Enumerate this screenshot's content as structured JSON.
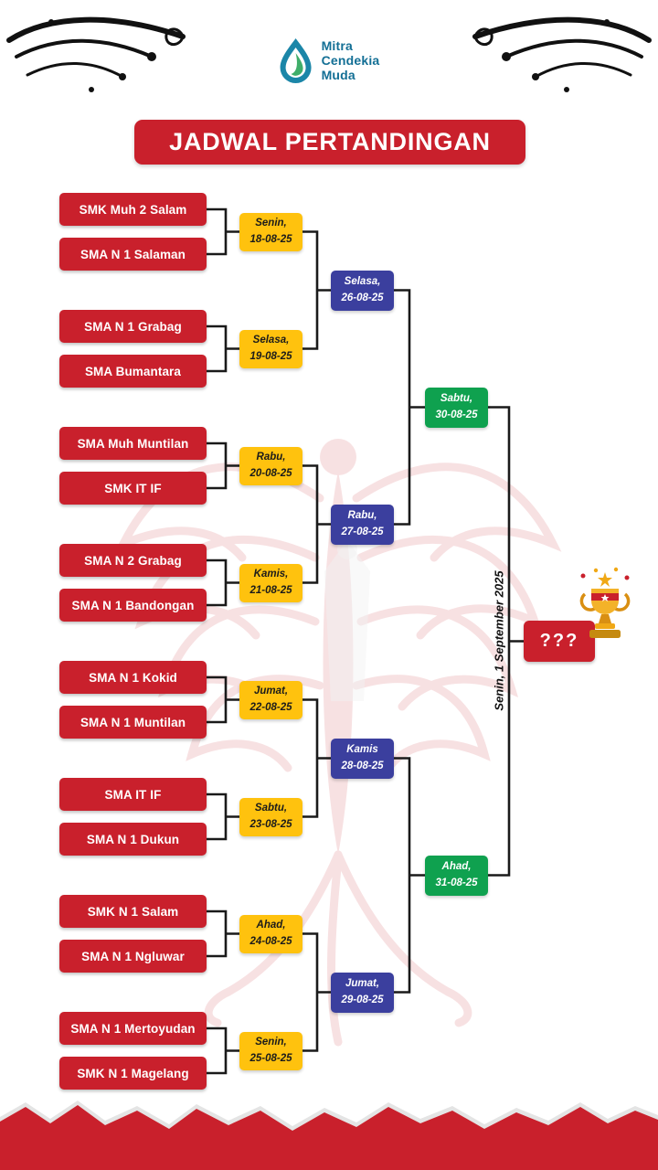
{
  "logo": {
    "line1": "Mitra",
    "line2": "Cendekia",
    "line3": "Muda"
  },
  "title": "JADWAL PERTANDINGAN",
  "colors": {
    "red": "#C9202C",
    "yellow": "#FFC20E",
    "blue": "#3B3F9E",
    "green": "#0FA14F",
    "logo_teal": "#136F95"
  },
  "icons": {
    "logo": "water-drop-swirl-icon",
    "trophy": "gold-trophy-icon",
    "corners": "calligraphic-flourish-icon",
    "watermark": "garuda-ornament-watermark",
    "bottom": "torn-paper-edge"
  },
  "bracket": {
    "round1_matches": [
      {
        "team1": "SMK Muh 2 Salam",
        "team2": "SMA N 1 Salaman",
        "day": "Senin,",
        "date": "18-08-25"
      },
      {
        "team1": "SMA N 1 Grabag",
        "team2": "SMA Bumantara",
        "day": "Selasa,",
        "date": "19-08-25"
      },
      {
        "team1": "SMA Muh Muntilan",
        "team2": "SMK IT IF",
        "day": "Rabu,",
        "date": "20-08-25"
      },
      {
        "team1": "SMA N 2 Grabag",
        "team2": "SMA N 1 Bandongan",
        "day": "Kamis,",
        "date": "21-08-25"
      },
      {
        "team1": "SMA N 1 Kokid",
        "team2": "SMA N 1 Muntilan",
        "day": "Jumat,",
        "date": "22-08-25"
      },
      {
        "team1": "SMA IT IF",
        "team2": "SMA N 1 Dukun",
        "day": "Sabtu,",
        "date": "23-08-25"
      },
      {
        "team1": "SMK N 1 Salam",
        "team2": "SMA N 1 Ngluwar",
        "day": "Ahad,",
        "date": "24-08-25"
      },
      {
        "team1": "SMA N 1 Mertoyudan",
        "team2": "SMK N 1 Magelang",
        "day": "Senin,",
        "date": "25-08-25"
      }
    ],
    "quarterfinals": [
      {
        "day": "Selasa,",
        "date": "26-08-25"
      },
      {
        "day": "Rabu,",
        "date": "27-08-25"
      },
      {
        "day": "Kamis",
        "date": "28-08-25"
      },
      {
        "day": "Jumat,",
        "date": "29-08-25"
      }
    ],
    "semifinals": [
      {
        "day": "Sabtu,",
        "date": "30-08-25"
      },
      {
        "day": "Ahad,",
        "date": "31-08-25"
      }
    ],
    "final": {
      "date_label": "Senin, 1 September 2025",
      "winner_label": "???"
    }
  }
}
